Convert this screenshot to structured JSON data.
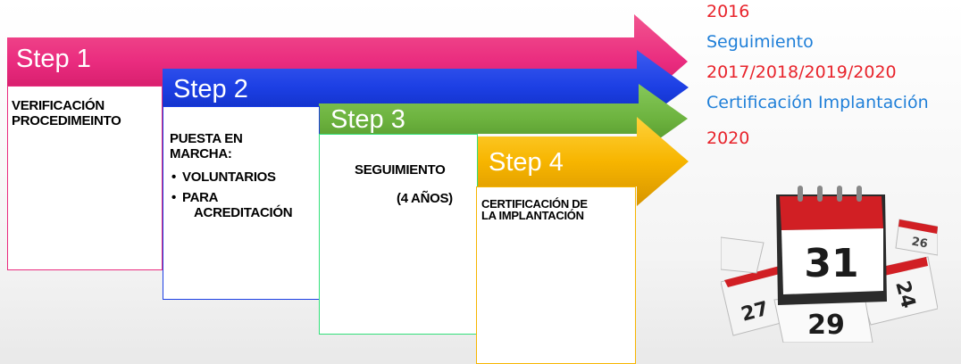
{
  "steps": [
    {
      "label": "Step 1",
      "color": "#ea2c7f",
      "border": "#ea2c7f",
      "lines": [
        "VERIFICACIÓN",
        "PROCEDIMEINTO"
      ]
    },
    {
      "label": "Step 2",
      "color": "#1c3fe4",
      "border": "#1c3fe4",
      "lines": [
        "PUESTA EN",
        "MARCHA:"
      ],
      "bullets": [
        "VOLUNTARIOS",
        "PARA"
      ],
      "continuation": "ACREDITACIÓN"
    },
    {
      "label": "Step 3",
      "color": "#6db33f",
      "border": "#33e07a",
      "lines": [
        "SEGUIMIENTO",
        "(4 AÑOS)"
      ]
    },
    {
      "label": "Step 4",
      "color": "#f7b500",
      "border": "#f7b500",
      "lines": [
        "CERTIFICACIÓN DE",
        "LA IMPLANTACIÓN"
      ]
    }
  ],
  "timeline": [
    {
      "text": "2016",
      "color": "#e8232b"
    },
    {
      "text": "Seguimiento",
      "color": "#1f7fd8"
    },
    {
      "text": "2017/2018/2019/2020",
      "color": "#e8232b"
    },
    {
      "text": "Certificación Implantación",
      "color": "#1f7fd8"
    },
    {
      "text": "2020",
      "color": "#e8232b"
    }
  ],
  "calendar": {
    "icon": "calendar-icon",
    "main_day": "31",
    "other_days": [
      "29",
      "27",
      "24",
      "26"
    ]
  }
}
